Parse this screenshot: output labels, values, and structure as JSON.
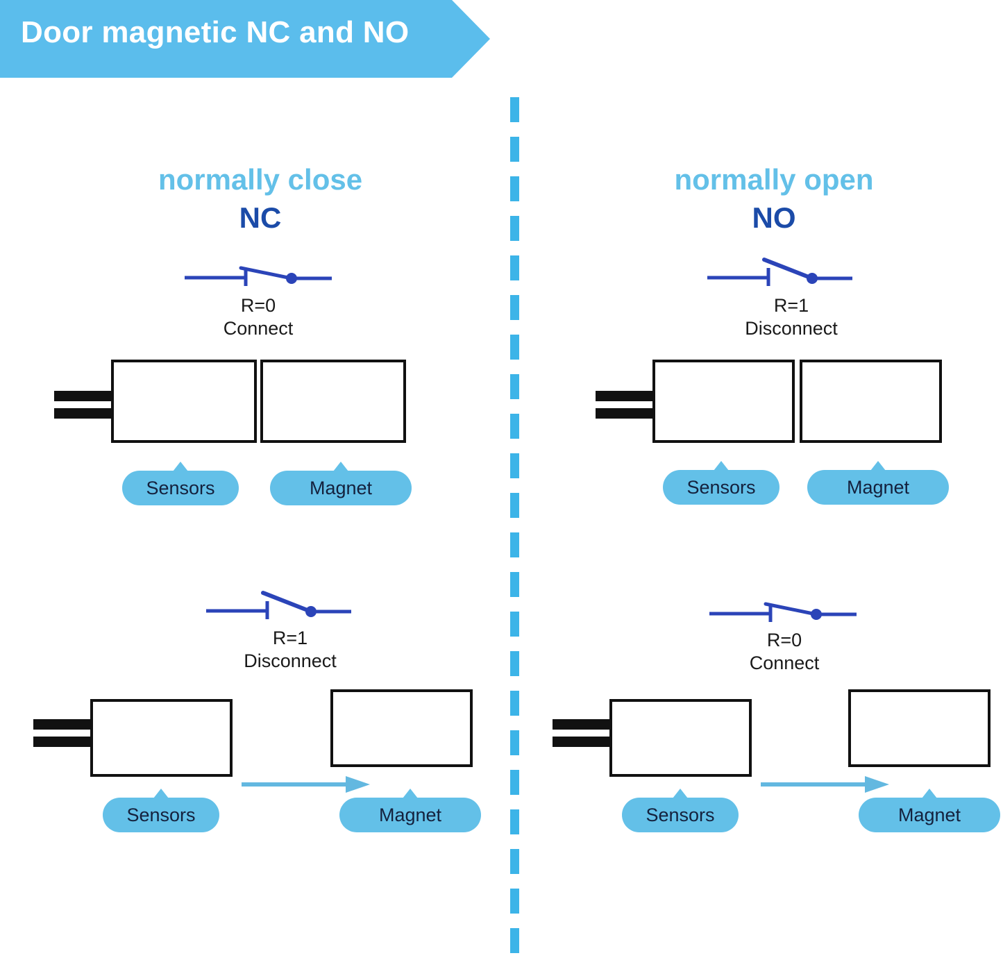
{
  "banner": {
    "title": "Door magnetic NC and NO",
    "color": "#5bbdec"
  },
  "divider": {
    "name": "vertical-dashed-divider",
    "color": "#3cb4e8"
  },
  "colors": {
    "heading_light_blue": "#63c0e8",
    "heading_dark_blue": "#1b4ba8",
    "switch_blue": "#2b44b8",
    "pill_blue": "#63c0e8",
    "pill_text": "#14213d",
    "arrow_blue": "#63b8e0",
    "device_outline": "#111111",
    "wire_black": "#111111"
  },
  "columns": [
    {
      "id": "nc",
      "heading": "normally close",
      "abbr": "NC",
      "states": [
        {
          "id": "nc-closed",
          "switch_state": "closed",
          "resistance": "R=0",
          "status": "Connect",
          "magnet_position": "adjacent",
          "has_motion_arrow": false,
          "sensor_label": "Sensors",
          "magnet_label": "Magnet"
        },
        {
          "id": "nc-open",
          "switch_state": "open",
          "resistance": "R=1",
          "status": "Disconnect",
          "magnet_position": "separated",
          "has_motion_arrow": true,
          "sensor_label": "Sensors",
          "magnet_label": "Magnet"
        }
      ]
    },
    {
      "id": "no",
      "heading": "normally open",
      "abbr": "NO",
      "states": [
        {
          "id": "no-open",
          "switch_state": "open",
          "resistance": "R=1",
          "status": "Disconnect",
          "magnet_position": "adjacent",
          "has_motion_arrow": false,
          "sensor_label": "Sensors",
          "magnet_label": "Magnet"
        },
        {
          "id": "no-closed",
          "switch_state": "closed",
          "resistance": "R=0",
          "status": "Connect",
          "magnet_position": "separated",
          "has_motion_arrow": true,
          "sensor_label": "Sensors",
          "magnet_label": "Magnet"
        }
      ]
    }
  ]
}
